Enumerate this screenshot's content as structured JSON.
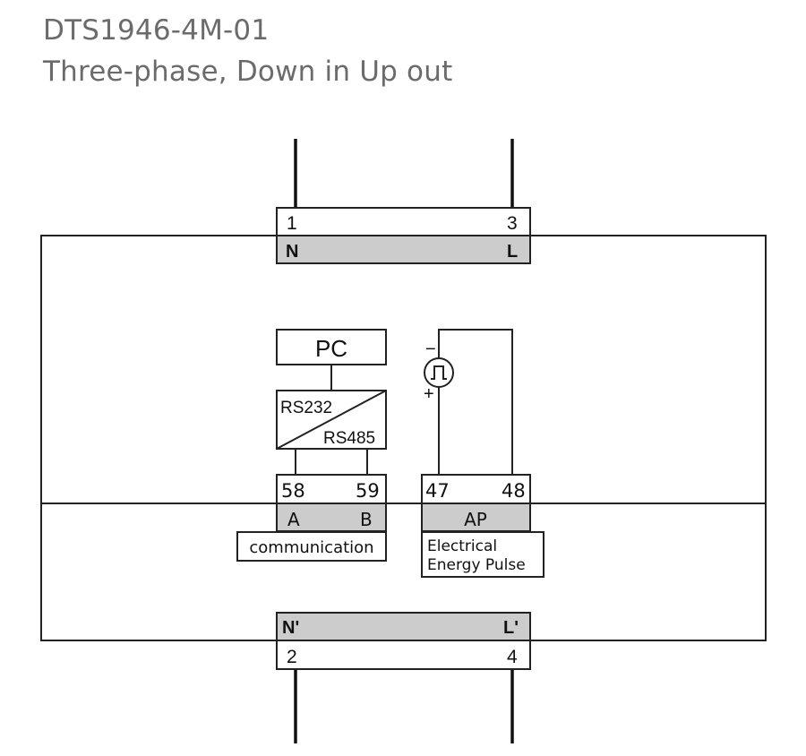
{
  "header": {
    "model": "DTS1946-4M-01",
    "subtitle": "Three-phase, Down in Up out"
  },
  "diagram": {
    "top_terminal": {
      "numbers": [
        "1",
        "3"
      ],
      "labels": [
        "N",
        "L"
      ]
    },
    "bottom_terminal": {
      "labels": [
        "N'",
        "L'"
      ],
      "numbers": [
        "2",
        "4"
      ]
    },
    "pc_box": {
      "label": "PC"
    },
    "converter": {
      "top_label": "RS232",
      "bottom_label": "RS485"
    },
    "comm_terminal": {
      "numbers": [
        "58",
        "59"
      ],
      "labels": [
        "A",
        "B"
      ],
      "caption": "communication"
    },
    "pulse_terminal": {
      "numbers": [
        "47",
        "48"
      ],
      "label": "AP",
      "caption_line1": "Electrical",
      "caption_line2": "Energy Pulse"
    },
    "pulse_source": {
      "minus": "−",
      "plus": "+"
    },
    "colors": {
      "line": "#222222",
      "terminal_fill": "#cccccc",
      "title_text": "#6b6b6b"
    }
  }
}
